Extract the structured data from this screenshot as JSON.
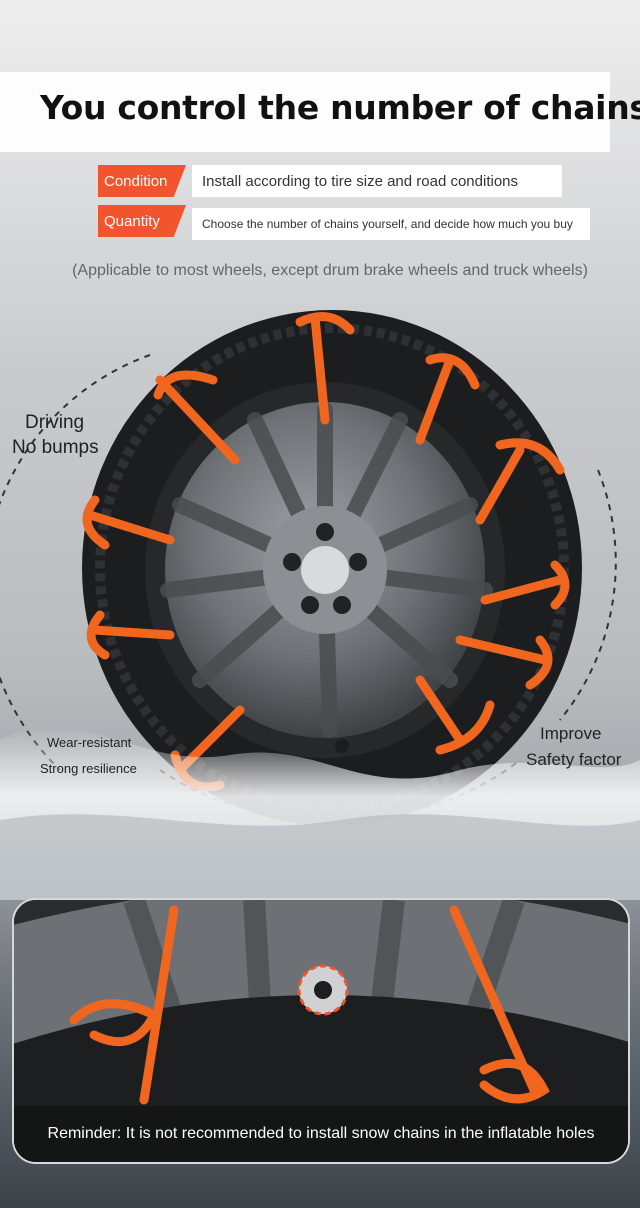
{
  "title": "You control the number of chains",
  "features": [
    {
      "tag": "Condition",
      "text": "Install according to tire size and road conditions"
    },
    {
      "tag": "Quantity",
      "text": "Choose the number of chains yourself, and decide how much you buy"
    }
  ],
  "note": "(Applicable to most wheels, except drum brake wheels and truck wheels)",
  "labels": {
    "driving": "Driving",
    "no_bumps": "No bumps",
    "wear_resistant": "Wear-resistant",
    "strong_resilience": "Strong resilience",
    "improve": "Improve",
    "safety_factor": "Safety factor"
  },
  "reminder": "Reminder: It is not recommended to install snow chains in the inflatable holes",
  "colors": {
    "accent": "#f2542d",
    "chain": "#f0661f"
  },
  "icons": [
    "tire-image",
    "snow-chain-icon",
    "valve-hole-icon"
  ]
}
